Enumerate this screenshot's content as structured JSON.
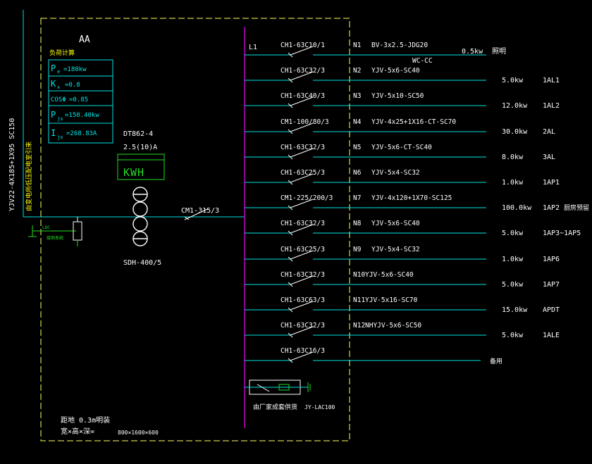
{
  "panel": {
    "name": "AA",
    "calc_title": "负荷计算",
    "calc_rows": [
      {
        "sym": "P",
        "sub": "e",
        "val": "=180kw"
      },
      {
        "sym": "K",
        "sub": "x",
        "val": "=0.8"
      },
      {
        "sym": "COSΦ",
        "sub": "",
        "val": "=0.85"
      },
      {
        "sym": "P",
        "sub": "js",
        "val": "=150.40kw"
      },
      {
        "sym": "I",
        "sub": "js",
        "val": "=268.83A"
      }
    ],
    "incoming_cable": "YJV22-4X185+1X95 SC150",
    "incoming_note": "由变电所低压配电室引来",
    "meter_model": "DT862-4",
    "meter_rating": "2.5(10)A",
    "meter_label": "KWH",
    "ct_model": "SDH-400/5",
    "main_breaker": "CM1-315/3",
    "earth_label_1": "LDC",
    "earth_label_2": "接地系统",
    "bus_label": "L1",
    "bottom_note_1": "距地 0.3m明装",
    "bottom_note_2": "宽×高×深=",
    "bottom_dims": "800×1600×600",
    "surge_note": "由厂家成套供货",
    "surge_model": "JY-LAC100",
    "spare_label": "备用",
    "colors": {
      "border": "#ffff66",
      "wire": "#00e5e5",
      "bus": "#c000c0",
      "text": "#ffffff",
      "green": "#22dd22",
      "yellow": "#ffff00"
    }
  },
  "circuits": [
    {
      "breaker": "CH1-63C10/1",
      "n": "N1",
      "cable": "BV-3x2.5-JDG20",
      "cable2": "WC-CC",
      "power": "0.5kw",
      "load": "照明",
      "note": ""
    },
    {
      "breaker": "CH1-63C32/3",
      "n": "N2",
      "cable": "YJV-5x6-SC40",
      "cable2": "",
      "power": "5.0kw",
      "load": "1AL1",
      "note": ""
    },
    {
      "breaker": "CH1-63C40/3",
      "n": "N3",
      "cable": "YJV-5x10-SC50",
      "cable2": "",
      "power": "12.0kw",
      "load": "1AL2",
      "note": ""
    },
    {
      "breaker": "CM1-100/80/3",
      "n": "N4",
      "cable": "YJV-4x25+1X16-CT-SC70",
      "cable2": "",
      "power": "30.0kw",
      "load": "2AL",
      "note": ""
    },
    {
      "breaker": "CH1-63C32/3",
      "n": "N5",
      "cable": "YJV-5x6-CT-SC40",
      "cable2": "",
      "power": "8.0kw",
      "load": "3AL",
      "note": ""
    },
    {
      "breaker": "CH1-63C25/3",
      "n": "N6",
      "cable": "YJV-5x4-SC32",
      "cable2": "",
      "power": "1.0kw",
      "load": "1AP1",
      "note": ""
    },
    {
      "breaker": "CM1-225/200/3",
      "n": "N7",
      "cable": "YJV-4x120+1X70-SC125",
      "cable2": "",
      "power": "100.0kw",
      "load": "1AP2",
      "note": "厨房预留"
    },
    {
      "breaker": "CH1-63C32/3",
      "n": "N8",
      "cable": "YJV-5x6-SC40",
      "cable2": "",
      "power": "5.0kw",
      "load": "1AP3~1AP5",
      "note": ""
    },
    {
      "breaker": "CH1-63C25/3",
      "n": "N9",
      "cable": "YJV-5x4-SC32",
      "cable2": "",
      "power": "1.0kw",
      "load": "1AP6",
      "note": ""
    },
    {
      "breaker": "CH1-63C32/3",
      "n": "N10",
      "cable": "YJV-5x6-SC40",
      "cable2": "",
      "power": "5.0kw",
      "load": "1AP7",
      "note": ""
    },
    {
      "breaker": "CH1-63C63/3",
      "n": "N11",
      "cable": "YJV-5x16-SC70",
      "cable2": "",
      "power": "15.0kw",
      "load": "APDT",
      "note": ""
    },
    {
      "breaker": "CH1-63C32/3",
      "n": "N12",
      "cable": "NHYJV-5x6-SC50",
      "cable2": "",
      "power": "5.0kw",
      "load": "1ALE",
      "note": ""
    },
    {
      "breaker": "CH1-63C16/3",
      "n": "",
      "cable": "",
      "cable2": "",
      "power": "",
      "load": "",
      "note": "",
      "spare": true
    }
  ]
}
